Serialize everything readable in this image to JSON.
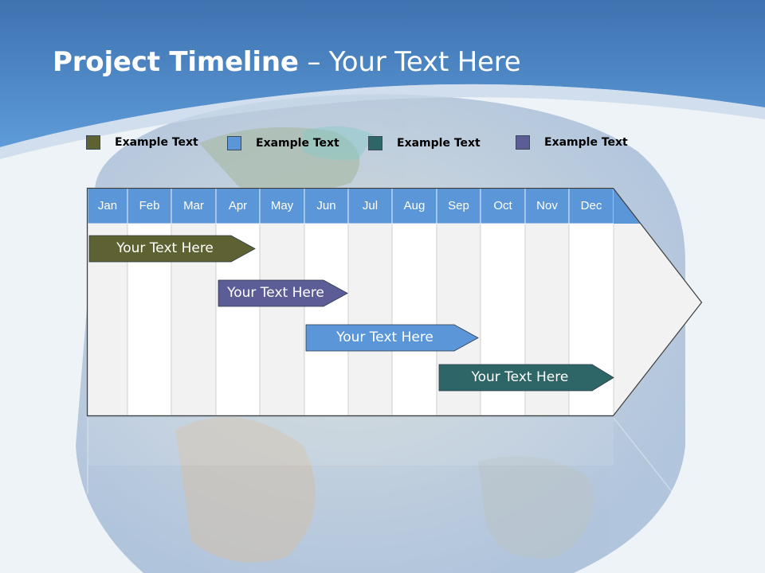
{
  "title": {
    "bold": "Project Timeline",
    "rest": " – Your Text Here"
  },
  "legend": [
    {
      "label": "Example Text",
      "color": "#5e6131"
    },
    {
      "label": "Example Text",
      "color": "#5b97d8"
    },
    {
      "label": "Example Text",
      "color": "#2e6566"
    },
    {
      "label": "Example Text",
      "color": "#5c5c97"
    }
  ],
  "months": [
    "Jan",
    "Feb",
    "Mar",
    "Apr",
    "May",
    "Jun",
    "Jul",
    "Aug",
    "Sep",
    "Oct",
    "Nov",
    "Dec"
  ],
  "tasks": [
    {
      "label": "Your  Text Here",
      "color": "#5e6131"
    },
    {
      "label": "Your  Text Here",
      "color": "#5c5c97"
    },
    {
      "label": "Your  Text Here",
      "color": "#5b97d8"
    },
    {
      "label": "Your  Text Here",
      "color": "#2e6566"
    }
  ],
  "colors": {
    "header": "#5b97d8",
    "banner": "#4d88c9"
  }
}
